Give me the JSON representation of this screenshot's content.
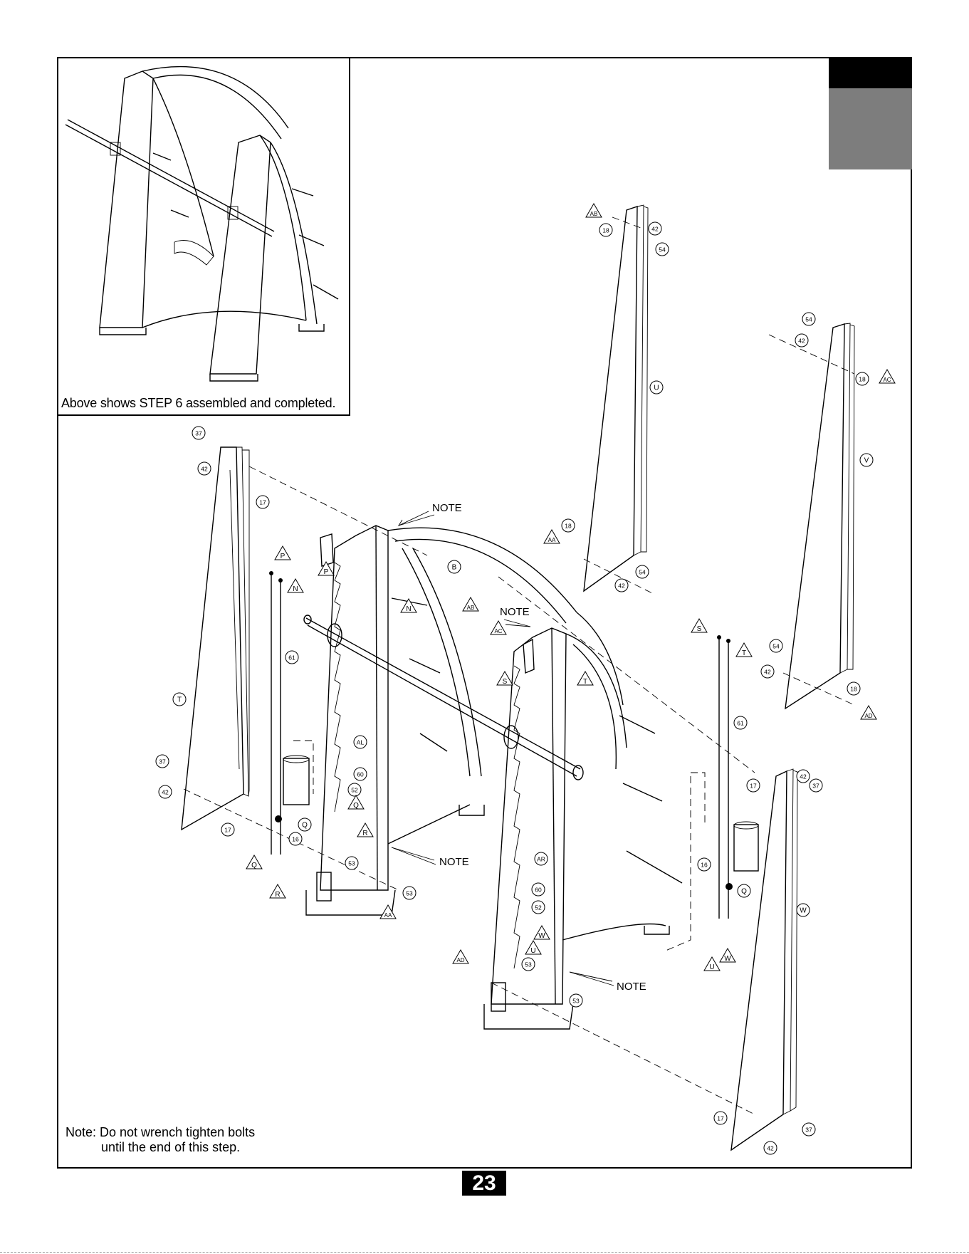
{
  "inset_caption": "Above shows STEP 6 assembled and completed.",
  "note": {
    "line1": "Note: Do not wrench tighten bolts",
    "line2": "until the end of this step."
  },
  "page_number": "23",
  "note_labels": [
    "NOTE",
    "NOTE",
    "NOTE",
    "NOTE"
  ],
  "parts": {
    "panels": [
      "T",
      "U",
      "V",
      "W"
    ],
    "bolts": [
      "37",
      "42",
      "17",
      "18",
      "54"
    ],
    "letters": [
      "AB",
      "AA",
      "AC",
      "AD",
      "P",
      "N",
      "Q",
      "R",
      "S",
      "T",
      "U",
      "W",
      "B",
      "AL",
      "AR"
    ],
    "numbers": [
      "61",
      "60",
      "52",
      "53",
      "16",
      "Q"
    ]
  },
  "callouts": [
    {
      "id": "c37a",
      "t": "37"
    },
    {
      "id": "c42a",
      "t": "42"
    },
    {
      "id": "c17a",
      "t": "17"
    },
    {
      "id": "c37b",
      "t": "37"
    },
    {
      "id": "c42b",
      "t": "42"
    },
    {
      "id": "c17b",
      "t": "17"
    },
    {
      "id": "cTl",
      "t": "T"
    },
    {
      "id": "c61l",
      "t": "61"
    },
    {
      "id": "cQl",
      "t": "Q"
    },
    {
      "id": "c16l",
      "t": "16"
    },
    {
      "id": "c60l",
      "t": "60"
    },
    {
      "id": "c52l",
      "t": "52"
    },
    {
      "id": "c53l",
      "t": "53"
    },
    {
      "id": "c53m",
      "t": "53"
    },
    {
      "id": "cB",
      "t": "B"
    },
    {
      "id": "cAL",
      "t": "AL"
    },
    {
      "id": "cAR",
      "t": "AR"
    },
    {
      "id": "c60r",
      "t": "60"
    },
    {
      "id": "c52r",
      "t": "52"
    },
    {
      "id": "c53r",
      "t": "53"
    },
    {
      "id": "c53s",
      "t": "53"
    },
    {
      "id": "c18a",
      "t": "18"
    },
    {
      "id": "c42c",
      "t": "42"
    },
    {
      "id": "c54a",
      "t": "54"
    },
    {
      "id": "cU",
      "t": "U"
    },
    {
      "id": "c18b",
      "t": "18"
    },
    {
      "id": "c54b",
      "t": "54"
    },
    {
      "id": "c42d",
      "t": "42"
    },
    {
      "id": "c54c",
      "t": "54"
    },
    {
      "id": "c42e",
      "t": "42"
    },
    {
      "id": "c18c",
      "t": "18"
    },
    {
      "id": "cV",
      "t": "V"
    },
    {
      "id": "c54d",
      "t": "54"
    },
    {
      "id": "c42f",
      "t": "42"
    },
    {
      "id": "c18d",
      "t": "18"
    },
    {
      "id": "c61r",
      "t": "61"
    },
    {
      "id": "c17c",
      "t": "17"
    },
    {
      "id": "c42g",
      "t": "42"
    },
    {
      "id": "c37c",
      "t": "37"
    },
    {
      "id": "c16r",
      "t": "16"
    },
    {
      "id": "cQr",
      "t": "Q"
    },
    {
      "id": "cW",
      "t": "W"
    },
    {
      "id": "c17d",
      "t": "17"
    },
    {
      "id": "c37d",
      "t": "37"
    },
    {
      "id": "c42h",
      "t": "42"
    }
  ],
  "triangles": [
    {
      "id": "tP1",
      "t": "P"
    },
    {
      "id": "tN1",
      "t": "N"
    },
    {
      "id": "tQ1",
      "t": "Q"
    },
    {
      "id": "tR1",
      "t": "R"
    },
    {
      "id": "tP2",
      "t": "P"
    },
    {
      "id": "tN2",
      "t": "N"
    },
    {
      "id": "tAB1",
      "t": "AB"
    },
    {
      "id": "tAC1",
      "t": "AC"
    },
    {
      "id": "tQ2",
      "t": "Q"
    },
    {
      "id": "tR2",
      "t": "R"
    },
    {
      "id": "tAA1",
      "t": "AA"
    },
    {
      "id": "tS1",
      "t": "S"
    },
    {
      "id": "tT1",
      "t": "T"
    },
    {
      "id": "tW1",
      "t": "W"
    },
    {
      "id": "tU1",
      "t": "U"
    },
    {
      "id": "tAD1",
      "t": "AD"
    },
    {
      "id": "tAB2",
      "t": "AB"
    },
    {
      "id": "tAA2",
      "t": "AA"
    },
    {
      "id": "tAC2",
      "t": "AC"
    },
    {
      "id": "tAD2",
      "t": "AD"
    },
    {
      "id": "tS2",
      "t": "S"
    },
    {
      "id": "tT2",
      "t": "T"
    },
    {
      "id": "tU2",
      "t": "U"
    },
    {
      "id": "tW2",
      "t": "W"
    }
  ]
}
